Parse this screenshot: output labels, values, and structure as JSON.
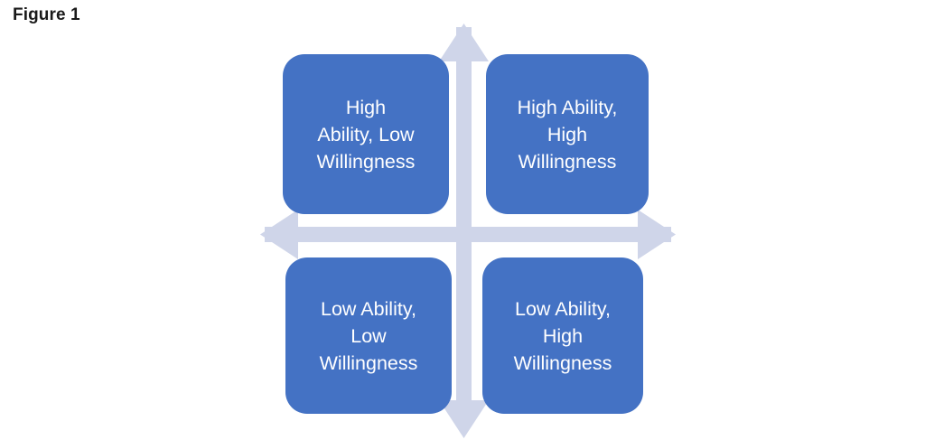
{
  "figure": {
    "title": "Figure 1"
  },
  "diagram": {
    "type": "2x2-quadrant-matrix",
    "colors": {
      "box_fill": "#4472C4",
      "box_text": "#FFFFFF",
      "axis_arrow": "#CFD5E9",
      "background": "#FFFFFF",
      "title_text": "#1A1A1A"
    },
    "axes": {
      "vertical": {
        "name": "vertical-axis-arrow",
        "double_headed": true,
        "label": ""
      },
      "horizontal": {
        "name": "horizontal-axis-arrow",
        "double_headed": true,
        "label": ""
      }
    },
    "quadrants": [
      {
        "id": "top-left",
        "name": "high-ability-low-willingness",
        "label": "High\nAbility,  Low\nWillingness"
      },
      {
        "id": "top-right",
        "name": "high-ability-high-willingness",
        "label": "High Ability,\nHigh\nWillingness"
      },
      {
        "id": "bottom-left",
        "name": "low-ability-low-willingness",
        "label": "Low Ability,\nLow\nWillingness"
      },
      {
        "id": "bottom-right",
        "name": "low-ability-high-willingness",
        "label": "Low Ability,\nHigh\nWillingness"
      }
    ]
  }
}
